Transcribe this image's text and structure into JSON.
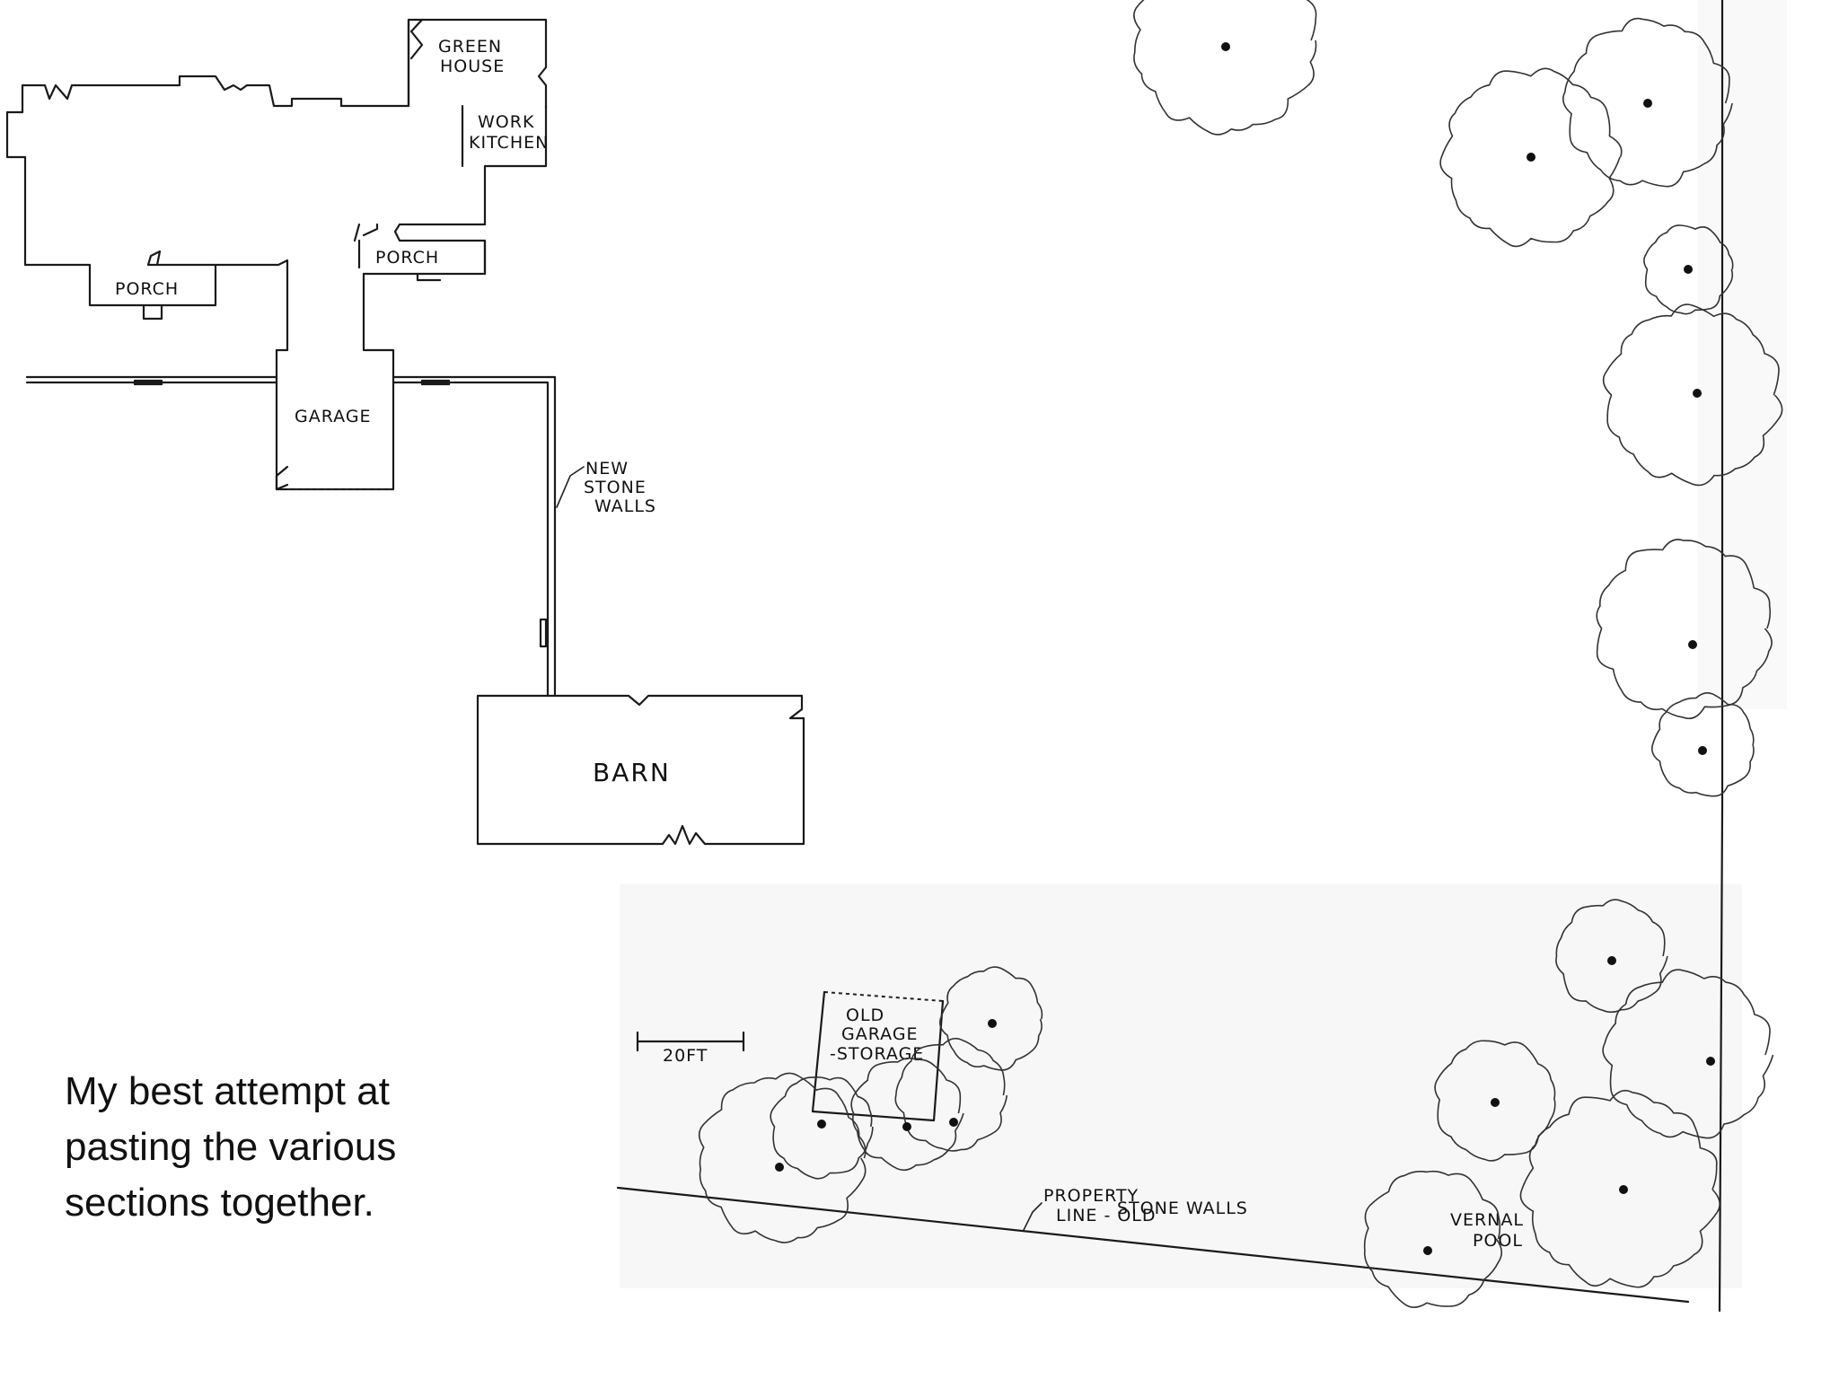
{
  "labels": {
    "greenhouse": [
      "GREEN",
      "HOUSE"
    ],
    "work_kitchen": [
      "WORK",
      "KITCHEN"
    ],
    "porch_left": "PORCH",
    "porch_right": "PORCH",
    "garage": "GARAGE",
    "new_stone_walls": [
      "NEW",
      "STONE",
      "WALLS"
    ],
    "barn": "BARN",
    "old_garage": [
      "OLD",
      "GARAGE",
      "-STORAGE"
    ],
    "scale": "20FT",
    "property_line": [
      "PROPERTY",
      "LINE - OLD",
      "STONE WALLS"
    ],
    "vernal_pool": [
      "VERNAL",
      "POOL"
    ]
  },
  "caption": "My best attempt at pasting the various sections together."
}
